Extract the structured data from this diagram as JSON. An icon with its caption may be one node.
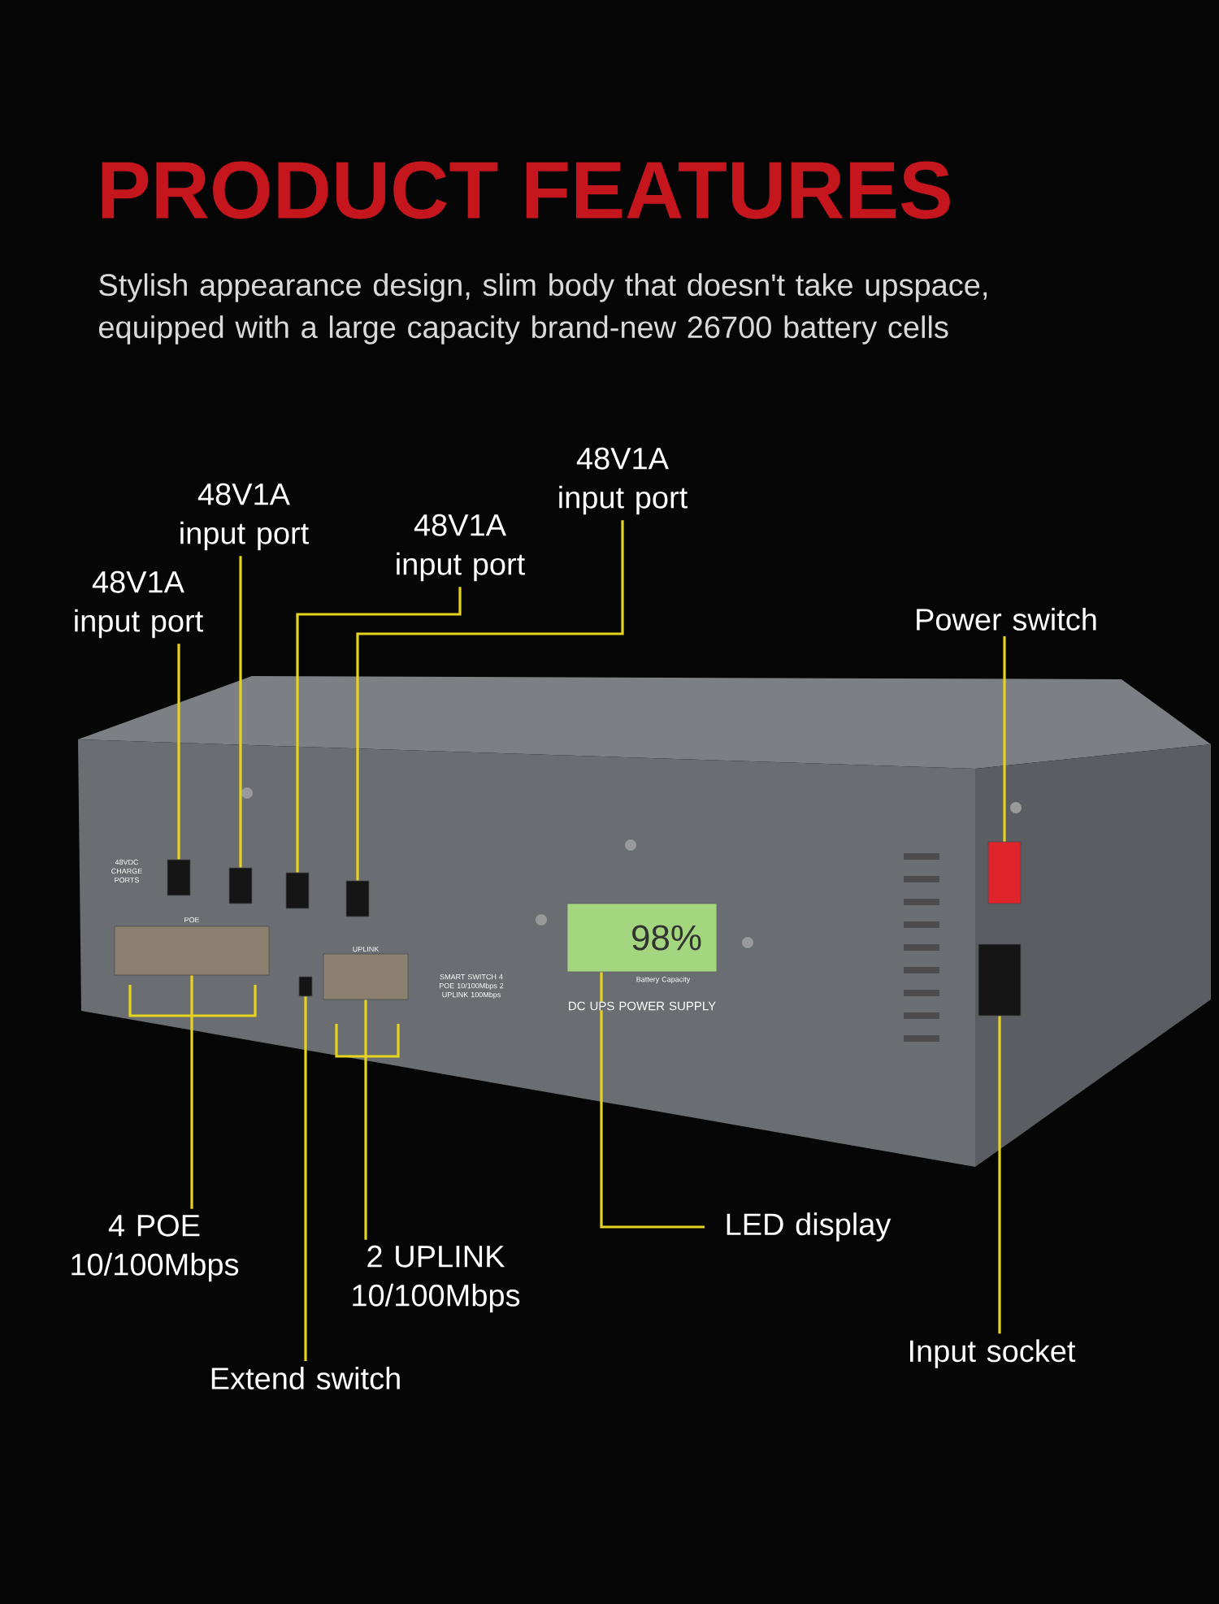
{
  "diagram": {
    "title": "PRODUCT FEATURES",
    "nodes": [
      {
        "text": [
          "48V1A input port"
        ]
      },
      {
        "text": [
          "48V1A input port"
        ]
      },
      {
        "text": [
          "48V1A input port"
        ]
      },
      {
        "text": [
          "48V1A input port"
        ]
      },
      {
        "text": [
          "Power switch"
        ]
      },
      {
        "text": [
          "4 POE 10/100Mbps"
        ]
      },
      {
        "text": [
          "2 UPLINK 10/100Mbps"
        ]
      },
      {
        "text": [
          "Extend switch"
        ]
      },
      {
        "text": [
          "LED display"
        ]
      },
      {
        "text": [
          "Input socket"
        ]
      },
      {
        "text": [],
        "shape": "box"
      },
      {
        "text": [],
        "shape": "box"
      },
      {
        "text": [],
        "shape": "box"
      },
      {
        "text": [],
        "shape": "box"
      },
      {
        "text": [],
        "shape": "box"
      },
      {
        "text": [],
        "shape": "box"
      },
      {
        "text": [],
        "shape": "box"
      },
      {
        "text": [],
        "shape": "box"
      },
      {
        "text": [
          "98%"
        ]
      },
      {
        "text": [],
        "shape": "box"
      }
    ],
    "edges": [
      {
        "from": 0,
        "to": 10,
        "arrow": "none"
      },
      {
        "from": 1,
        "to": 11,
        "arrow": "none"
      },
      {
        "from": 2,
        "to": 12,
        "arrow": "none"
      },
      {
        "from": 3,
        "to": 13,
        "arrow": "none"
      },
      {
        "from": 4,
        "to": 14,
        "arrow": "none"
      },
      {
        "from": 5,
        "to": 15,
        "arrow": "none"
      },
      {
        "from": 6,
        "to": 16,
        "arrow": "none"
      },
      {
        "from": 7,
        "to": 17,
        "arrow": "none"
      },
      {
        "from": 8,
        "to": 18,
        "arrow": "none"
      },
      {
        "from": 9,
        "to": 19,
        "arrow": "none"
      }
    ],
    "labels": [
      "Stylish appearance design, slim body that doesn't take upspace, equipped with a large capacity brand-new 26700 battery cells",
      "48VDC CHARGE PORTS",
      "POE",
      "UPLINK",
      "SMART SWITCH 4 POE 10/100Mbps 2 UPLINK 100Mbps",
      "Battery Capacity",
      "DC UPS POWER SUPPLY"
    ]
  }
}
